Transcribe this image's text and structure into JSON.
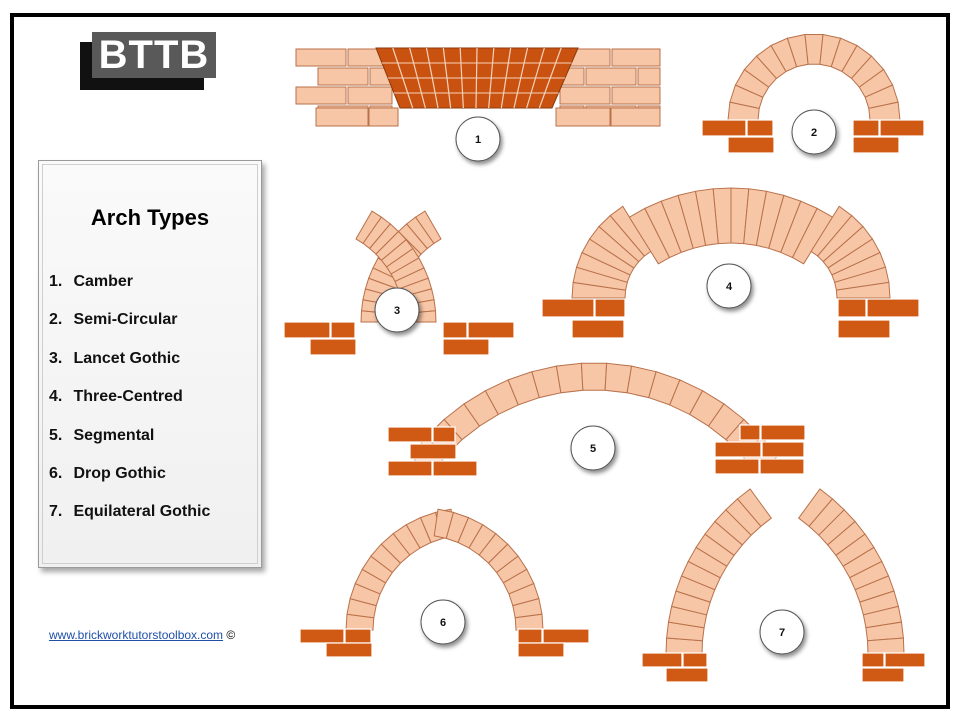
{
  "logo": {
    "text": "BTTB"
  },
  "legend": {
    "title": "Arch Types",
    "items": [
      {
        "num": "1.",
        "label": "Camber"
      },
      {
        "num": "2.",
        "label": "Semi-Circular"
      },
      {
        "num": "3.",
        "label": "Lancet Gothic"
      },
      {
        "num": "4.",
        "label": "Three-Centred"
      },
      {
        "num": "5.",
        "label": "Segmental"
      },
      {
        "num": "6.",
        "label": "Drop Gothic"
      },
      {
        "num": "7.",
        "label": "Equilateral Gothic"
      }
    ]
  },
  "credit": {
    "link": "www.brickworktutorstoolbox.com",
    "symbol": "©"
  },
  "arches": [
    {
      "id": "1",
      "name": "Camber"
    },
    {
      "id": "2",
      "name": "Semi-Circular"
    },
    {
      "id": "3",
      "name": "Lancet Gothic"
    },
    {
      "id": "4",
      "name": "Three-Centred"
    },
    {
      "id": "5",
      "name": "Segmental"
    },
    {
      "id": "6",
      "name": "Drop Gothic"
    },
    {
      "id": "7",
      "name": "Equilateral Gothic"
    }
  ],
  "colors": {
    "voussoir_fill": "#f7c6a7",
    "voussoir_stroke": "#b9714a",
    "wall_brick": "#d05a14",
    "camber_brick": "#c95210",
    "frame": "#000000"
  }
}
